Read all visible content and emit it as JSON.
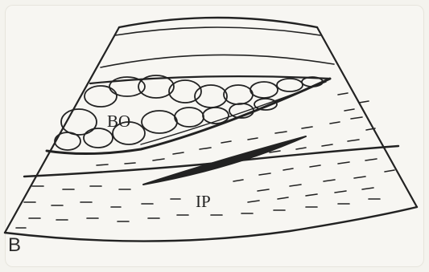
{
  "panel": {
    "letter": "B"
  },
  "labels": {
    "upper": "BO",
    "lower": "IP"
  },
  "colors": {
    "background": "#f4f3ee",
    "ink": "#222222"
  }
}
